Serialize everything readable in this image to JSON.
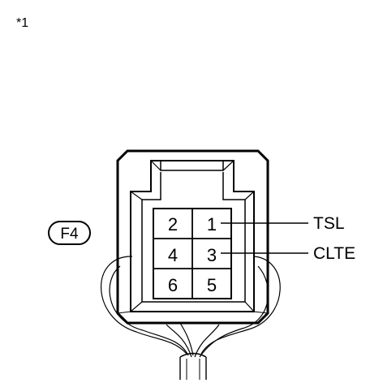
{
  "note_marker": "*1",
  "connector_code": "F4",
  "pins": [
    {
      "label": "2"
    },
    {
      "label": "1"
    },
    {
      "label": "4"
    },
    {
      "label": "3"
    },
    {
      "label": "6"
    },
    {
      "label": "5"
    }
  ],
  "callouts": [
    {
      "pin": "1",
      "label": "TSL"
    },
    {
      "pin": "3",
      "label": "CLTE"
    }
  ]
}
